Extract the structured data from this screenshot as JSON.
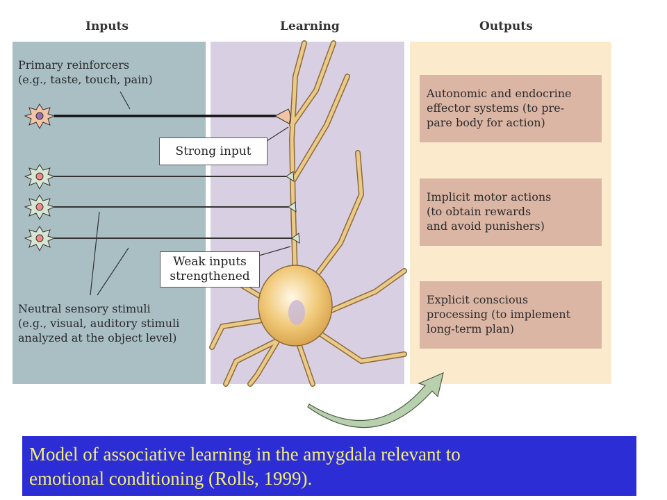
{
  "headers": {
    "inputs": "Inputs",
    "learning": "Learning",
    "outputs": "Outputs"
  },
  "inputs": {
    "primary_line1": "Primary reinforcers",
    "primary_line2": "(e.g., taste, touch, pain)",
    "neutral_line1": "Neutral sensory stimuli",
    "neutral_line2": "(e.g., visual, auditory stimuli",
    "neutral_line3": "analyzed at the object level)"
  },
  "learning": {
    "strong_input": "Strong input",
    "weak_line1": "Weak inputs",
    "weak_line2": "strengthened"
  },
  "outputs": [
    {
      "line1": "Autonomic and endocrine",
      "line2": "effector systems (to pre-",
      "line3": "pare body for action)"
    },
    {
      "line1": "Implicit motor actions",
      "line2": "(to obtain rewards",
      "line3": "and avoid punishers)"
    },
    {
      "line1": "Explicit conscious",
      "line2": "processing (to implement",
      "line3": "long-term plan)"
    }
  ],
  "caption": {
    "line1": "Model of associative learning in the amygdala relevant to",
    "line2": "emotional conditioning (Rolls, 1999)."
  },
  "colors": {
    "inputs_bg": "#a9bfc4",
    "learning_bg": "#d9cfe2",
    "outputs_bg": "#fbeacb",
    "output_box": "#dcb6a5",
    "caption_bg": "#2d2dd6",
    "caption_text": "#f2ee78",
    "dendrite": "#ebc987"
  }
}
